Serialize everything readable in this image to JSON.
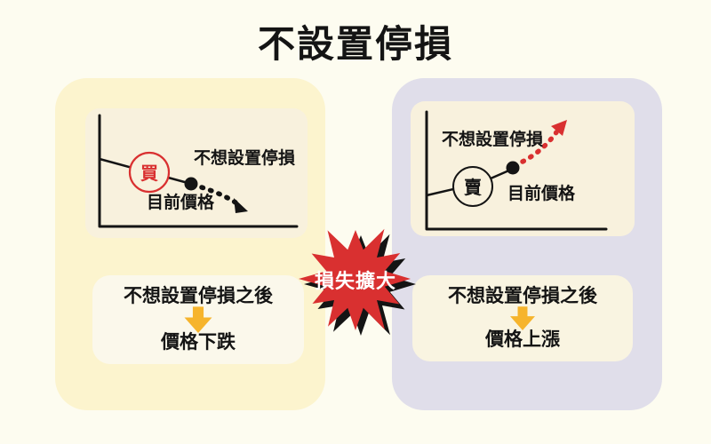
{
  "title": "不設置停損",
  "colors": {
    "page_bg": "#FDFCF0",
    "left_panel_bg": "#FCF4CE",
    "right_panel_bg": "#E0DEEA",
    "chart_box_bg": "#F8F1DD",
    "left_note_bg": "#FBF8EB",
    "right_note_bg": "#F9F4E1",
    "accent_red": "#D93030",
    "arrow_yellow": "#F6B42C",
    "ink": "#141414",
    "burst_text": "#FFFFFF"
  },
  "left_panel": {
    "chart": {
      "trend": "down",
      "entry_label": "買",
      "annotation": "不想設置停損",
      "price_label": "目前價格"
    },
    "note": {
      "line1": "不想設置停損之後",
      "line2": "價格下跌"
    }
  },
  "right_panel": {
    "chart": {
      "trend": "up",
      "entry_label": "賣",
      "annotation": "不想設置停損",
      "price_label": "目前價格"
    },
    "note": {
      "line1": "不想設置停損之後",
      "line2": "價格上漲"
    }
  },
  "center_burst": {
    "label": "損失擴大"
  }
}
